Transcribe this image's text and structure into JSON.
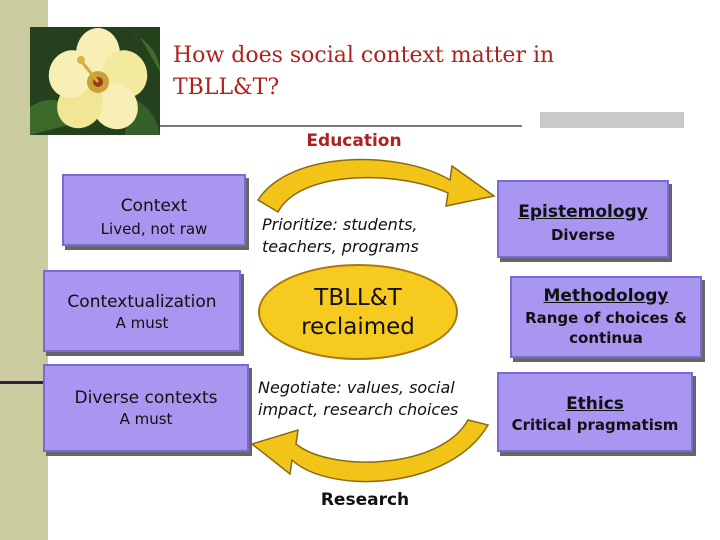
{
  "title": {
    "line1": "How does social context matter in",
    "line2": "TBLL&T?"
  },
  "labels": {
    "top": "Education",
    "bottom": "Research"
  },
  "left_boxes": [
    {
      "heading": "Context",
      "sub": "Lived, not raw"
    },
    {
      "heading": "Contextualization",
      "sub": "A must"
    },
    {
      "heading": "Diverse contexts",
      "sub": "A must"
    }
  ],
  "center": {
    "prioritize": "Prioritize: students, teachers, programs",
    "ellipse_line1": "TBLL&T",
    "ellipse_line2": "reclaimed",
    "negotiate": "Negotiate: values, social impact, research choices"
  },
  "right_boxes": [
    {
      "heading": "Epistemology",
      "sub": "Diverse"
    },
    {
      "heading": "Methodology",
      "sub_line1": "Range of choices &",
      "sub_line2": "continua"
    },
    {
      "heading": "Ethics",
      "sub": "Critical pragmatism"
    }
  ],
  "colors": {
    "title": "#b0201c",
    "box_fill": "#a896f0",
    "ellipse_fill": "#f6ca1e",
    "arrow_fill": "#f2c418",
    "sidebar": "#cbcba0"
  },
  "icons": {
    "flower": "hibiscus-flower-image"
  }
}
